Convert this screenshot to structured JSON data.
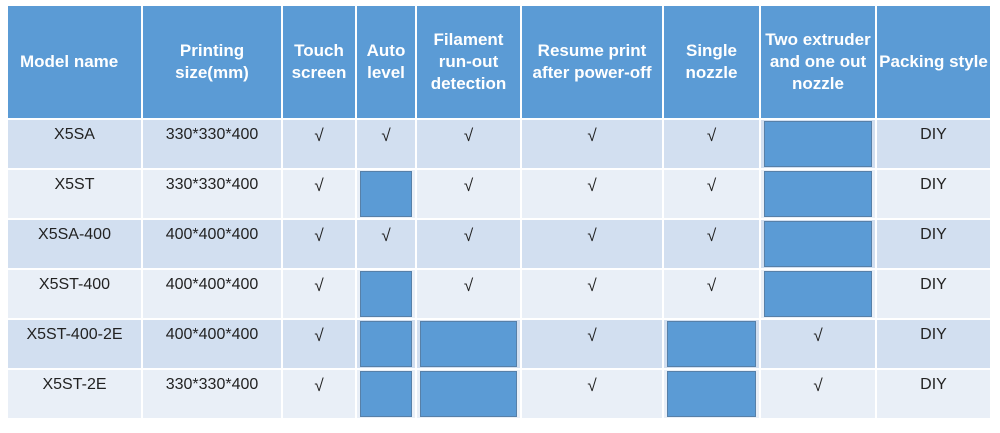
{
  "table": {
    "headers": [
      "Model name",
      "Printing size(mm)",
      "Touch screen",
      "Auto level",
      "Filament run-out detection",
      "Resume print after power-off",
      "Single nozzle",
      "Two extruder and one out nozzle",
      "Packing style"
    ],
    "check_mark": "√",
    "rows": [
      {
        "model": "X5SA",
        "size": "330*330*400",
        "touch_screen": true,
        "auto_level": true,
        "filament_detection": true,
        "resume_print": true,
        "single_nozzle": true,
        "two_extruder": false,
        "packing": "DIY"
      },
      {
        "model": "X5ST",
        "size": "330*330*400",
        "touch_screen": true,
        "auto_level": false,
        "filament_detection": true,
        "resume_print": true,
        "single_nozzle": true,
        "two_extruder": false,
        "packing": "DIY"
      },
      {
        "model": "X5SA-400",
        "size": "400*400*400",
        "touch_screen": true,
        "auto_level": true,
        "filament_detection": true,
        "resume_print": true,
        "single_nozzle": true,
        "two_extruder": false,
        "packing": "DIY"
      },
      {
        "model": "X5ST-400",
        "size": "400*400*400",
        "touch_screen": true,
        "auto_level": false,
        "filament_detection": true,
        "resume_print": true,
        "single_nozzle": true,
        "two_extruder": false,
        "packing": "DIY"
      },
      {
        "model": "X5ST-400-2E",
        "size": "400*400*400",
        "touch_screen": true,
        "auto_level": false,
        "filament_detection": false,
        "resume_print": true,
        "single_nozzle": false,
        "two_extruder": true,
        "packing": "DIY"
      },
      {
        "model": "X5ST-2E",
        "size": "330*330*400",
        "touch_screen": true,
        "auto_level": false,
        "filament_detection": false,
        "resume_print": true,
        "single_nozzle": false,
        "two_extruder": true,
        "packing": "DIY"
      }
    ]
  },
  "colors": {
    "header_bg": "#5b9bd5",
    "row_dark": "#d2dff0",
    "row_light": "#e9eff7",
    "not_available_fill": "#5b9bd5"
  }
}
